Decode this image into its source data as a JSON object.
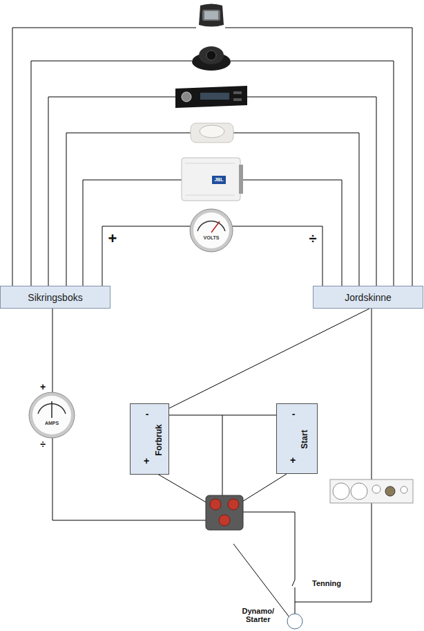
{
  "diagram": {
    "nodes": [
      {
        "text": [
          "Sikringsboks"
        ]
      },
      {
        "text": [
          "Jordskinne"
        ]
      },
      {
        "text": [
          "-",
          "Forbruk",
          "+"
        ]
      },
      {
        "text": [
          "-",
          "Start",
          "+"
        ]
      }
    ],
    "edges": [
      {
        "from": 1,
        "to": 2,
        "arrow": "none"
      },
      {
        "from": 2,
        "to": 3,
        "arrow": "none"
      }
    ],
    "labels": [
      "+",
      "VOLTS",
      "JBL",
      "÷",
      "+",
      "AMPS",
      "÷",
      "Tenning",
      "Dynamo/ Starter"
    ]
  }
}
